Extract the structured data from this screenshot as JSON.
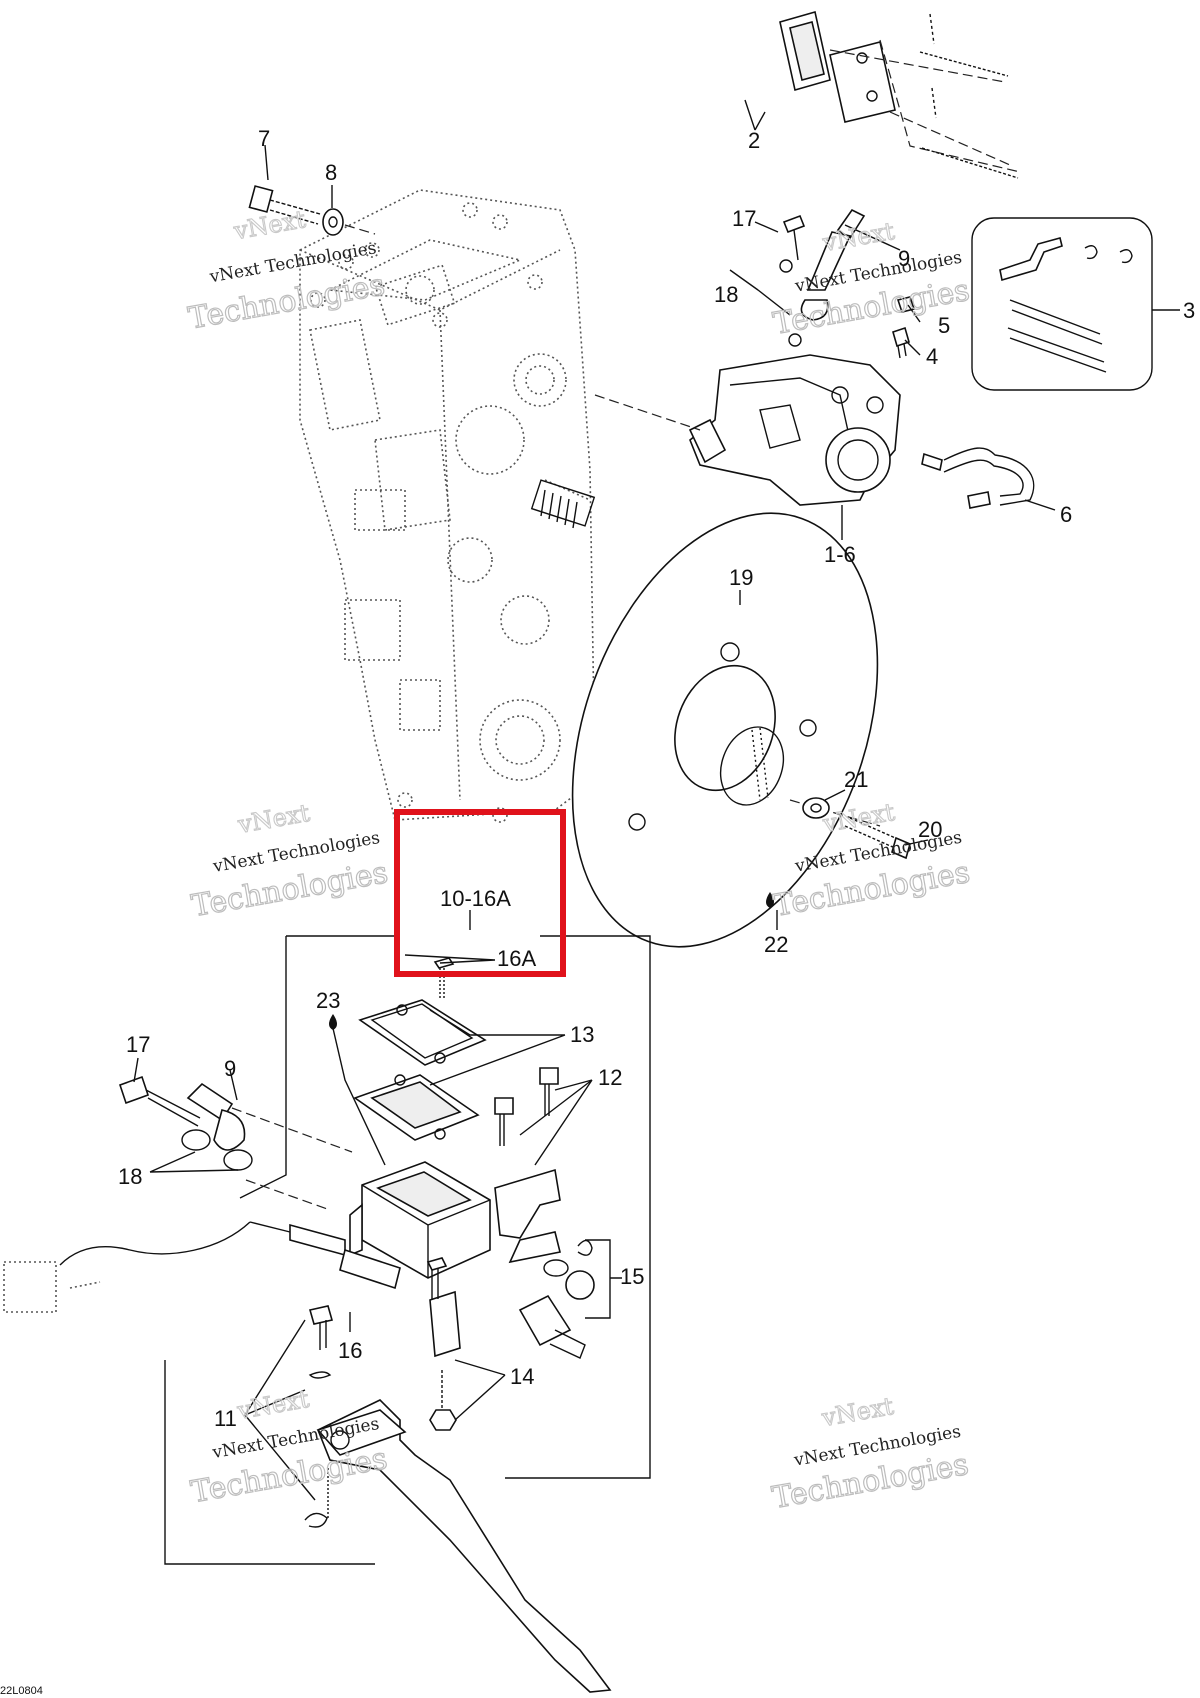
{
  "callouts": {
    "c2": "2",
    "c3": "3",
    "c4": "4",
    "c5": "5",
    "c6": "6",
    "c1_6": "1-6",
    "c7": "7",
    "c8": "8",
    "c9_top": "9",
    "c17_top": "17",
    "c18_top": "18",
    "c19": "19",
    "c20": "20",
    "c21": "21",
    "c22": "22",
    "c10_16a": "10-16A",
    "c16a": "16A",
    "c23": "23",
    "c13": "13",
    "c12": "12",
    "c17_bot": "17",
    "c9_bot": "9",
    "c18_bot": "18",
    "c15": "15",
    "c16": "16",
    "c14": "14",
    "c11": "11"
  },
  "watermark": {
    "line_small": "vNext Technologies",
    "line_outline": "Technologies",
    "line_top": "vNext"
  },
  "figure_code": "22L0804",
  "colors": {
    "highlight": "#e0121b",
    "ink": "#111111",
    "watermark": "#c0c0c0"
  }
}
